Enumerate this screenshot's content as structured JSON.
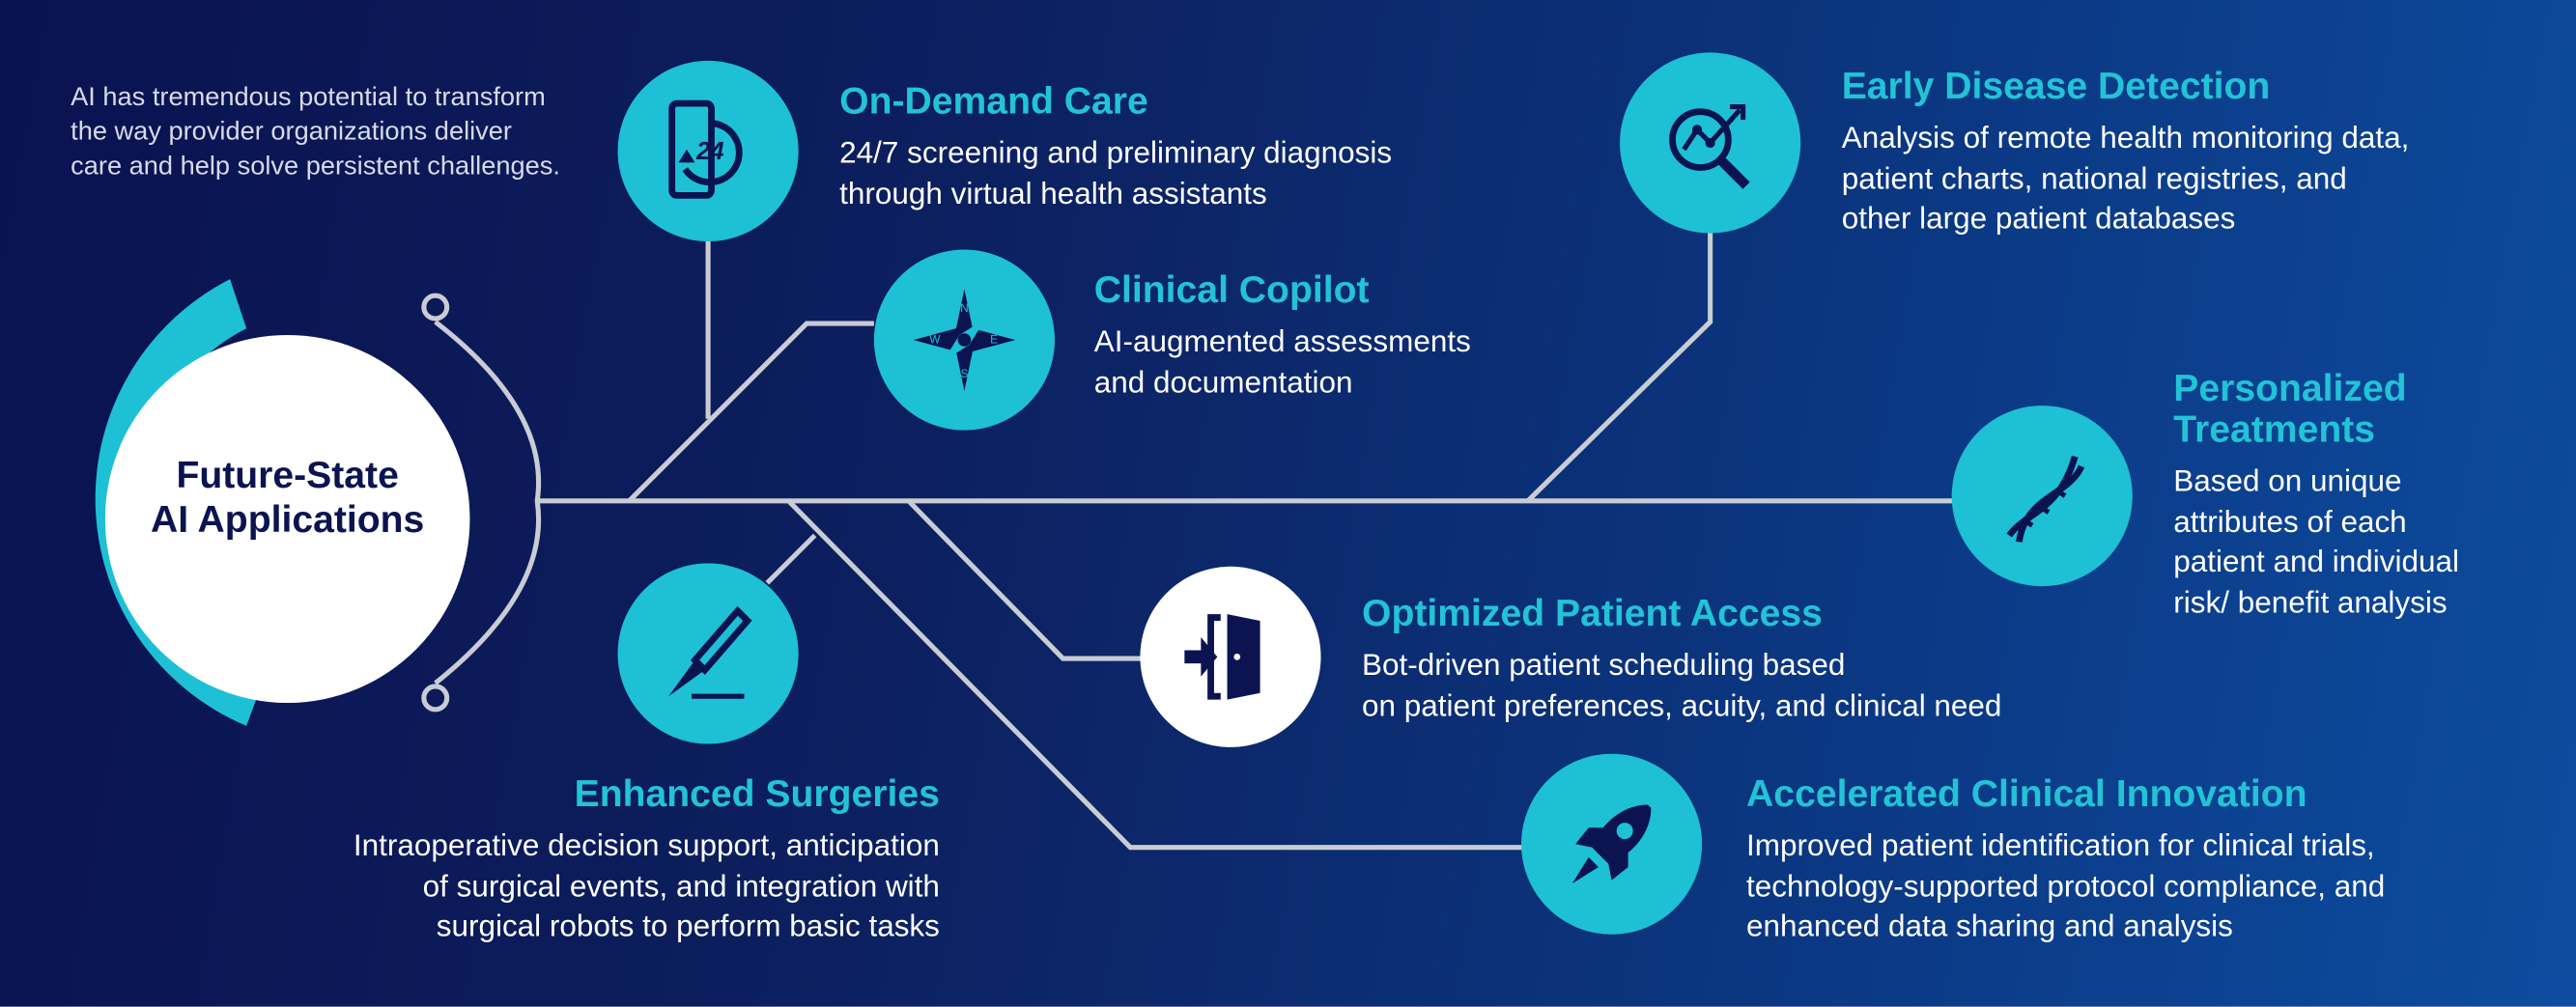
{
  "intro": "AI has tremendous potential to transform the way provider organizations deliver care and help solve persistent challenges.",
  "center": {
    "line1": "Future-State",
    "line2": "AI Applications"
  },
  "colors": {
    "accent": "#1dc0d4",
    "navy": "#0b1450",
    "line": "#c8ccd4"
  },
  "nodes": {
    "on_demand": {
      "title": "On-Demand Care",
      "desc": [
        "24/7 screening and preliminary diagnosis",
        "through virtual health assistants"
      ],
      "icon": "phone-24-icon",
      "icon_text": "24"
    },
    "copilot": {
      "title": "Clinical Copilot",
      "desc": [
        "AI-augmented assessments",
        "and documentation"
      ],
      "icon": "compass-icon",
      "compass": {
        "n": "N",
        "s": "S",
        "e": "E",
        "w": "W"
      }
    },
    "early": {
      "title": "Early Disease Detection",
      "desc": [
        "Analysis of remote health monitoring data,",
        "patient charts, national registries, and",
        "other large patient databases"
      ],
      "icon": "magnifier-chart-icon"
    },
    "personalized": {
      "title": [
        "Personalized",
        "Treatments"
      ],
      "desc": [
        "Based on unique",
        "attributes of each",
        "patient and individual",
        "risk/ benefit analysis"
      ],
      "icon": "dna-icon"
    },
    "access": {
      "title": "Optimized Patient Access",
      "desc": [
        "Bot-driven patient scheduling based",
        "on patient preferences, acuity, and clinical need"
      ],
      "icon": "door-enter-icon"
    },
    "surgeries": {
      "title": "Enhanced Surgeries",
      "desc": [
        "Intraoperative decision support, anticipation",
        "of surgical events, and integration with",
        "surgical robots to perform basic tasks"
      ],
      "icon": "scalpel-icon"
    },
    "innovation": {
      "title": "Accelerated Clinical Innovation",
      "desc": [
        "Improved patient identification for clinical trials,",
        "technology-supported protocol compliance, and",
        "enhanced data sharing and analysis"
      ],
      "icon": "rocket-icon"
    }
  }
}
